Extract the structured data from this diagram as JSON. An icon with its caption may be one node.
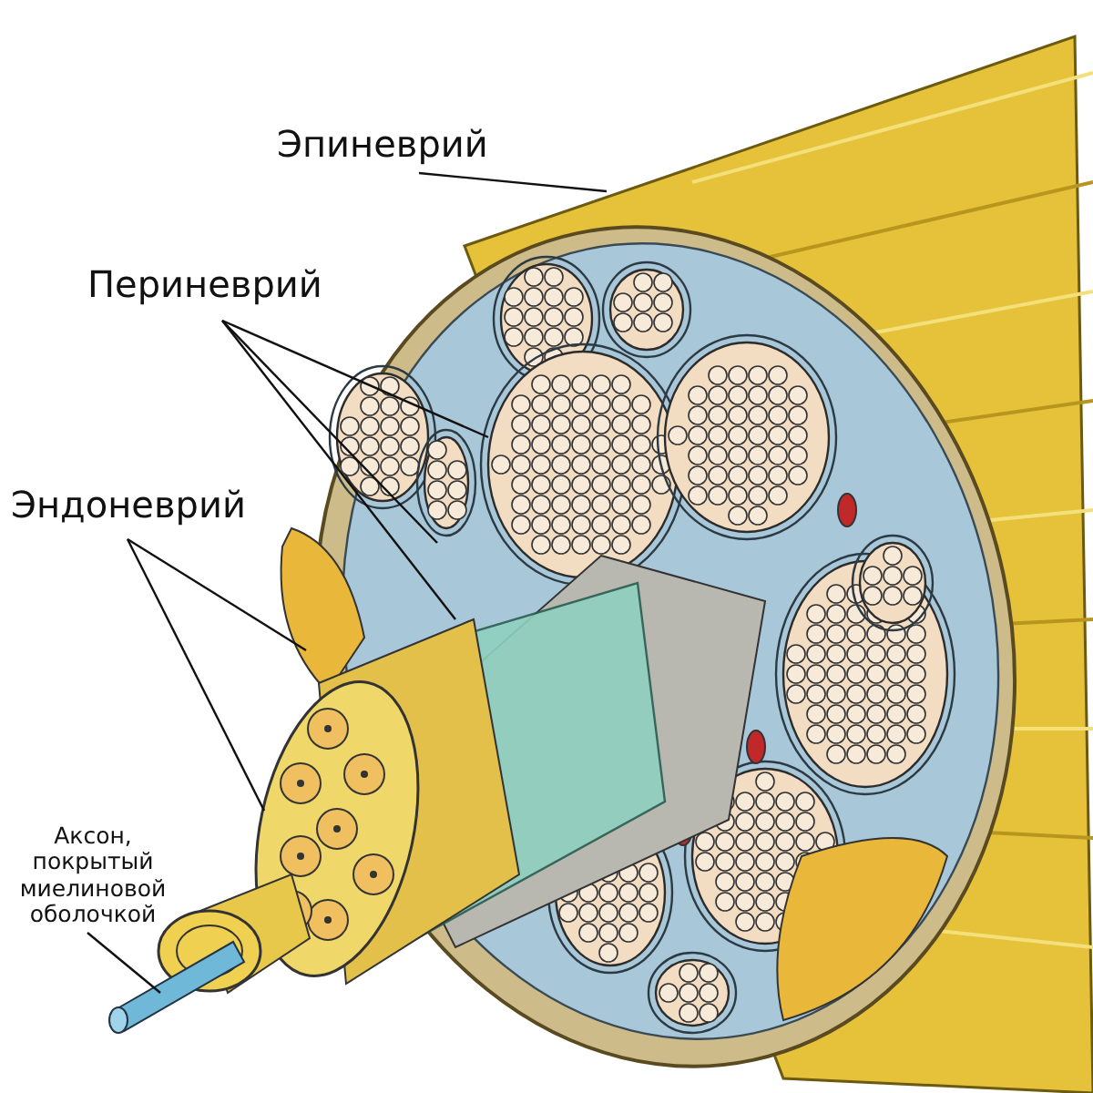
{
  "diagram": {
    "nodes": [
      {
        "text": [
          "Эпиневрий"
        ]
      },
      {
        "text": [
          "Периневрий"
        ]
      },
      {
        "text": [
          "Эндоневрий"
        ]
      },
      {
        "text": [
          "Аксон, покрытый миелиновой оболочкой"
        ]
      }
    ],
    "edges": [
      {
        "from": 0,
        "to": null,
        "arrow": "none"
      },
      {
        "from": 1,
        "to": null,
        "arrow": "none"
      },
      {
        "from": 1,
        "to": null,
        "arrow": "none"
      },
      {
        "from": 1,
        "to": null,
        "arrow": "none"
      },
      {
        "from": 2,
        "to": null,
        "arrow": "none"
      },
      {
        "from": 2,
        "to": null,
        "arrow": "none"
      },
      {
        "from": 3,
        "to": null,
        "arrow": "none"
      }
    ]
  }
}
